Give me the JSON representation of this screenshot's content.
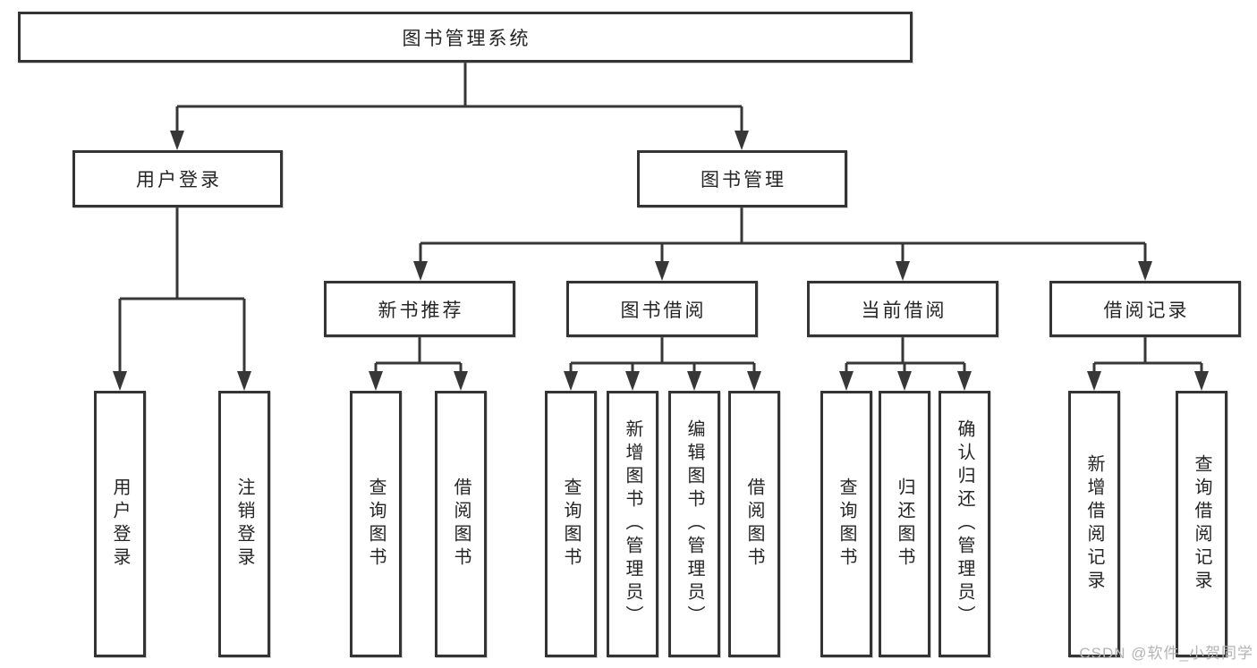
{
  "diagram": {
    "title": {
      "label": "图书管理系统"
    },
    "level1": [
      {
        "label": "用户登录"
      },
      {
        "label": "图书管理"
      }
    ],
    "login_children": [
      {
        "label": "用户登录"
      },
      {
        "label": "注销登录"
      }
    ],
    "groups": [
      {
        "label": "新书推荐",
        "children": [
          {
            "label": "查询图书"
          },
          {
            "label": "借阅图书"
          }
        ]
      },
      {
        "label": "图书借阅",
        "children": [
          {
            "label": "查询图书"
          },
          {
            "label": "新增图书（管理员）"
          },
          {
            "label": "编辑图书（管理员）"
          },
          {
            "label": "借阅图书"
          }
        ]
      },
      {
        "label": "当前借阅",
        "children": [
          {
            "label": "查询图书"
          },
          {
            "label": "归还图书"
          },
          {
            "label": "确认归还（管理员）"
          }
        ]
      },
      {
        "label": "借阅记录",
        "children": [
          {
            "label": "新增借阅记录"
          },
          {
            "label": "查询借阅记录"
          }
        ]
      }
    ],
    "watermark": "CSDN @软件_小贺同学",
    "colors": {
      "line": "#373737",
      "box_border": "#343434",
      "text": "#252525",
      "watermark": "#b4b4b4",
      "background": "#ffffff"
    }
  }
}
